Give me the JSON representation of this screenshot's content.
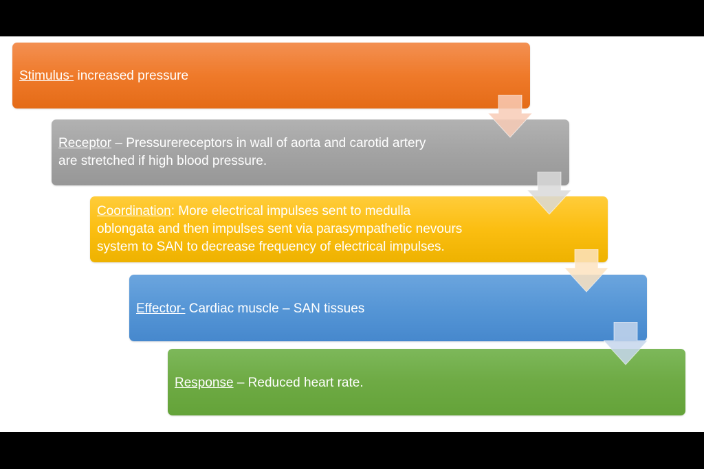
{
  "steps": [
    {
      "key": "Stimulus-",
      "rest": " increased pressure",
      "color": "#ef7a2a"
    },
    {
      "key": "Receptor",
      "rest": " – Pressurereceptors  in wall of aorta and carotid artery\nare stretched if high blood pressure.",
      "color": "#a5a5a5"
    },
    {
      "key": "Coordination",
      "rest": ":  More electrical impulses  sent to medulla\noblongata and then impulses sent via parasympathetic nevours\nsystem to SAN to decrease frequency of electrical impulses.",
      "color": "#fbbe11"
    },
    {
      "key": "Effector-",
      "rest": " Cardiac muscle – SAN tissues",
      "color": "#5696d6"
    },
    {
      "key": "Response",
      "rest": " – Reduced heart rate.",
      "color": "#6eaa44"
    }
  ],
  "arrows": [
    {
      "icon": "down-arrow-icon",
      "fill": "#f8cbb6"
    },
    {
      "icon": "down-arrow-icon",
      "fill": "#d9d9d9"
    },
    {
      "icon": "down-arrow-icon",
      "fill": "#fde3c0"
    },
    {
      "icon": "down-arrow-icon",
      "fill": "#c5d6ec"
    }
  ]
}
